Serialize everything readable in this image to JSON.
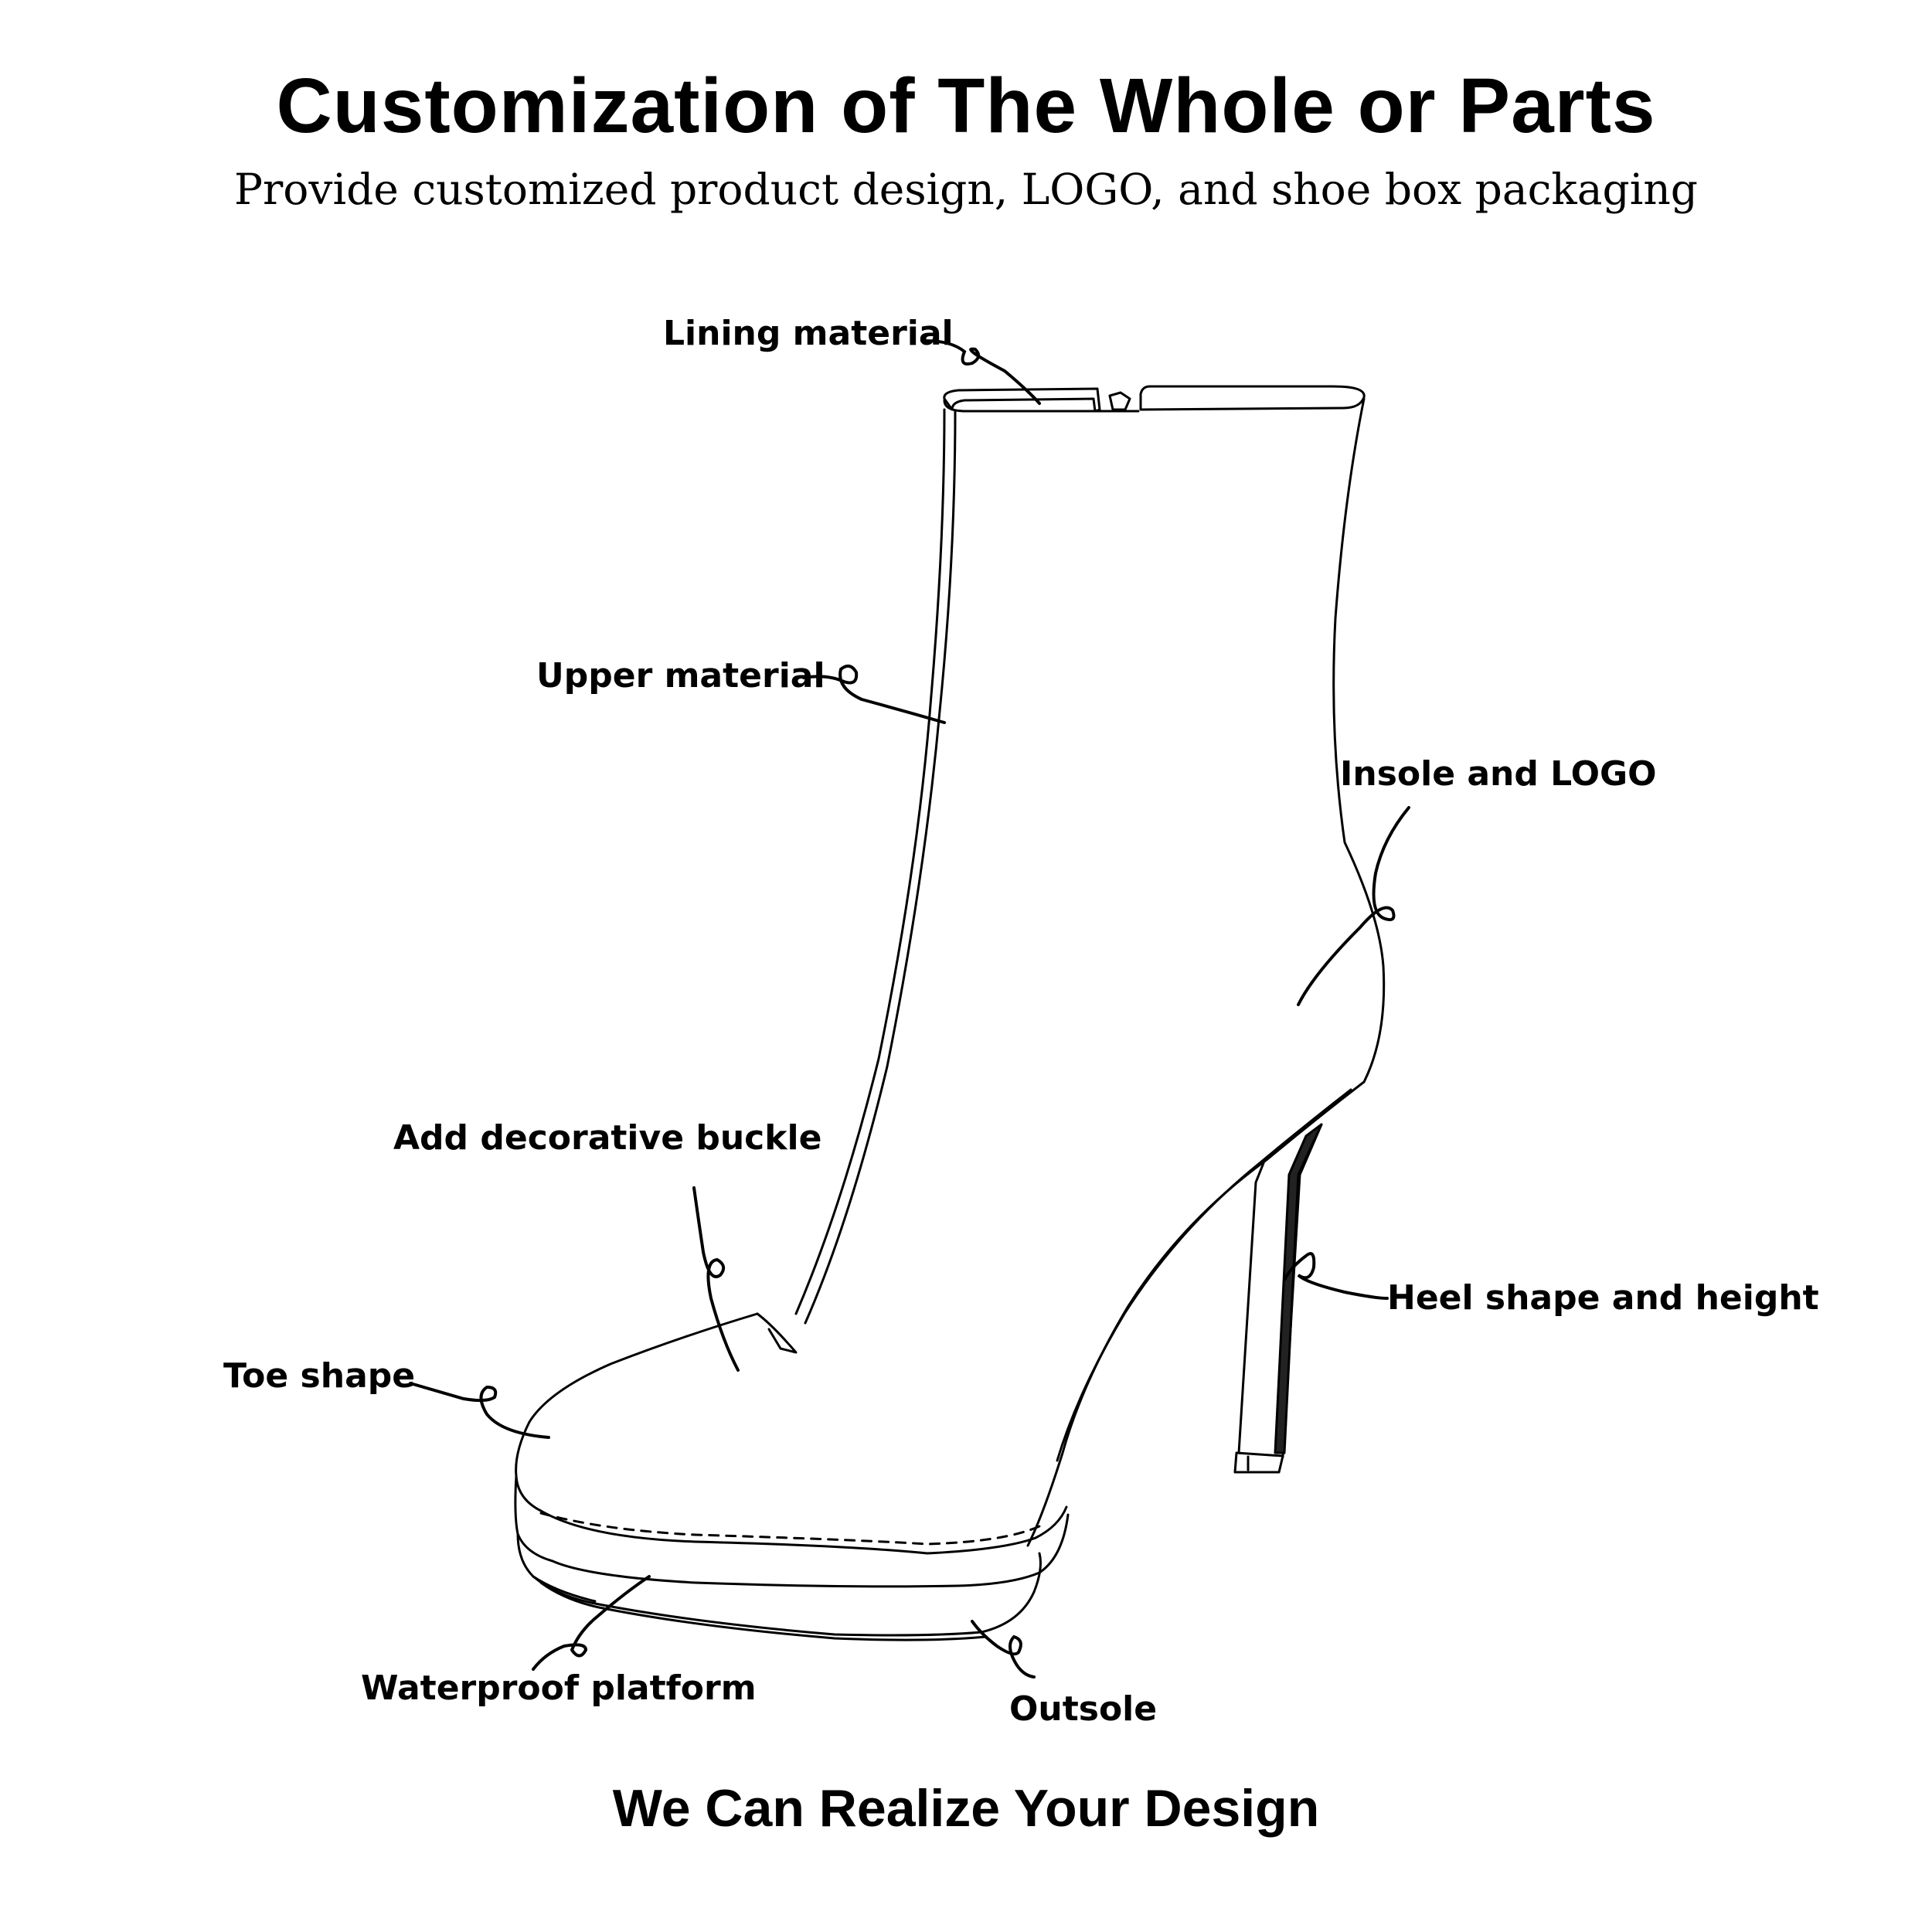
{
  "header": {
    "title": "Customization of The Whole or Parts",
    "subtitle": "Provide customized product design, LOGO, and shoe box packaging"
  },
  "callouts": {
    "lining": "Lining material",
    "upper": "Upper material",
    "insole": "Insole and LOGO",
    "buckle": "Add decorative buckle",
    "heel": "Heel shape and height",
    "toe": "Toe shape",
    "platform": "Waterproof platform",
    "outsole": "Outsole"
  },
  "footer": {
    "tagline": "We Can Realize Your Design"
  },
  "colors": {
    "line": "#000000",
    "background": "#ffffff",
    "heel_fill": "#222222"
  }
}
